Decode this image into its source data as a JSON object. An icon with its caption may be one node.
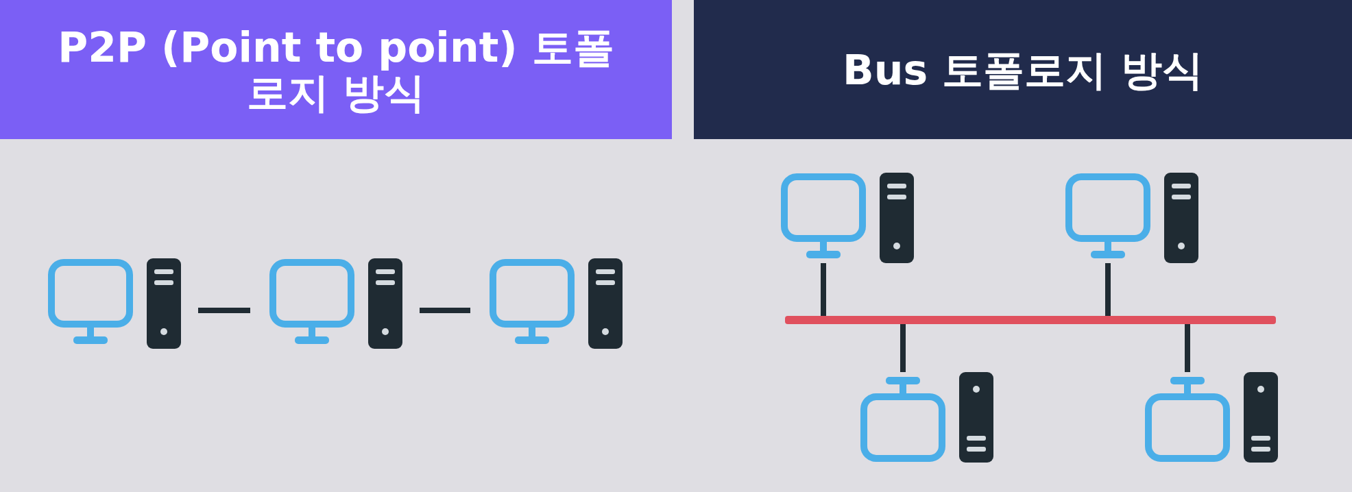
{
  "diagram": {
    "nodes": [
      {
        "text": [
          "P2P (Point to point) 토폴로지 방식"
        ]
      },
      {
        "text": [
          "Bus 토폴로지 방식"
        ]
      },
      {
        "text": [],
        "shape": "computer"
      },
      {
        "text": [],
        "shape": "computer"
      },
      {
        "text": [],
        "shape": "computer"
      },
      {
        "text": [],
        "shape": "computer"
      },
      {
        "text": [],
        "shape": "computer"
      },
      {
        "text": [],
        "shape": "bar"
      },
      {
        "text": [],
        "shape": "computer"
      },
      {
        "text": [],
        "shape": "computer"
      }
    ],
    "edges": [
      {
        "from": 2,
        "to": 3,
        "arrow": "none"
      },
      {
        "from": 3,
        "to": 4,
        "arrow": "none"
      },
      {
        "from": 5,
        "to": 7,
        "arrow": "none"
      },
      {
        "from": 6,
        "to": 7,
        "arrow": "none"
      },
      {
        "from": 7,
        "to": 8,
        "arrow": "none"
      },
      {
        "from": 7,
        "to": 9,
        "arrow": "none"
      }
    ]
  }
}
